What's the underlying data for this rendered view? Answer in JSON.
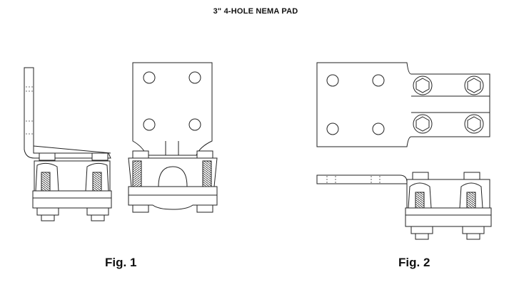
{
  "title": "3\" 4-HOLE NEMA PAD",
  "figures": [
    {
      "caption": "Fig. 1"
    },
    {
      "caption": "Fig. 2"
    }
  ]
}
